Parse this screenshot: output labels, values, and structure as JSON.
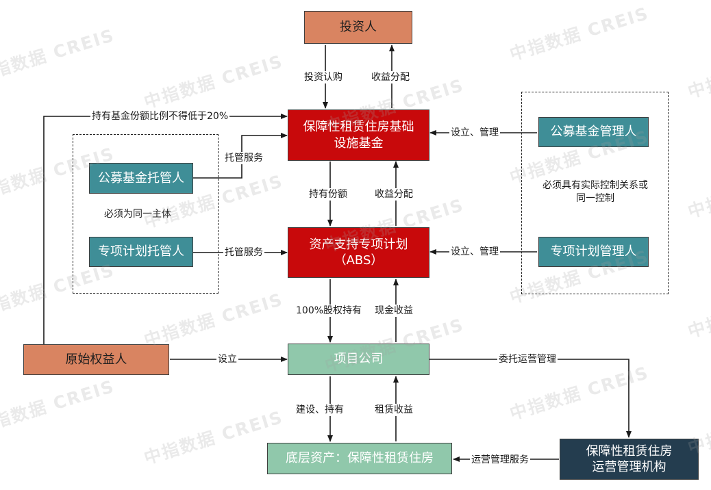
{
  "nodes": {
    "investor": "投资人",
    "reit_fund": [
      "保障性租赁住房基础",
      "设施基金"
    ],
    "public_fund_manager": "公募基金管理人",
    "public_fund_custodian": "公募基金托管人",
    "abs_plan": [
      "资产支持专项计划",
      "（ABS）"
    ],
    "plan_custodian": "专项计划托管人",
    "plan_manager": "专项计划管理人",
    "original_owner": "原始权益人",
    "project_company": "项目公司",
    "underlying_asset": "底层资产：保障性租赁住房",
    "operator": [
      "保障性租赁住房",
      "运营管理机构"
    ]
  },
  "edges": {
    "invest_subscribe": "投资认购",
    "distribution_top": "收益分配",
    "hold_ratio": "持有基金份额比例不得低于20%",
    "custody_service_1": "托管服务",
    "establish_manage_1": "设立、管理",
    "hold_shares": "持有份额",
    "distribution_mid": "收益分配",
    "custody_service_2": "托管服务",
    "establish_manage_2": "设立、管理",
    "equity_100": "100%股权持有",
    "cash_income": "现金收益",
    "establish": "设立",
    "entrust_operation": "委托运营管理",
    "build_hold": "建设、持有",
    "rental_income": "租赁收益",
    "operation_service": "运营管理服务"
  },
  "notes": {
    "same_entity": "必须为同一主体",
    "control_relation": [
      "必须具有实际控制关系或",
      "同一控制"
    ]
  },
  "watermark": "中指数据 CREIS",
  "colors": {
    "orange": "#d98461",
    "red": "#c8090b",
    "teal": "#3f8e97",
    "mint": "#90c8ab",
    "navy": "#243d4f"
  }
}
